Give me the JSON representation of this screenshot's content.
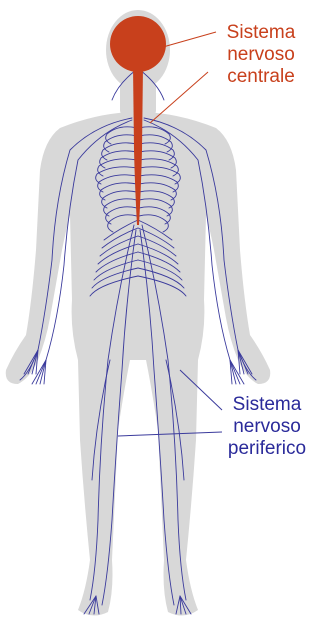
{
  "colors": {
    "background": "#ffffff",
    "body_silhouette": "#d8d8d8",
    "central_nervous_system": "#c8401c",
    "peripheral_nerves": "#3a3a9c",
    "cns_label": "#c8401c",
    "pns_label": "#2a2a9a"
  },
  "labels": {
    "central": {
      "lines": [
        "Sistema",
        "nervoso",
        "centrale"
      ]
    },
    "peripheral": {
      "lines": [
        "Sistema",
        "nervoso",
        "periferico"
      ]
    }
  }
}
